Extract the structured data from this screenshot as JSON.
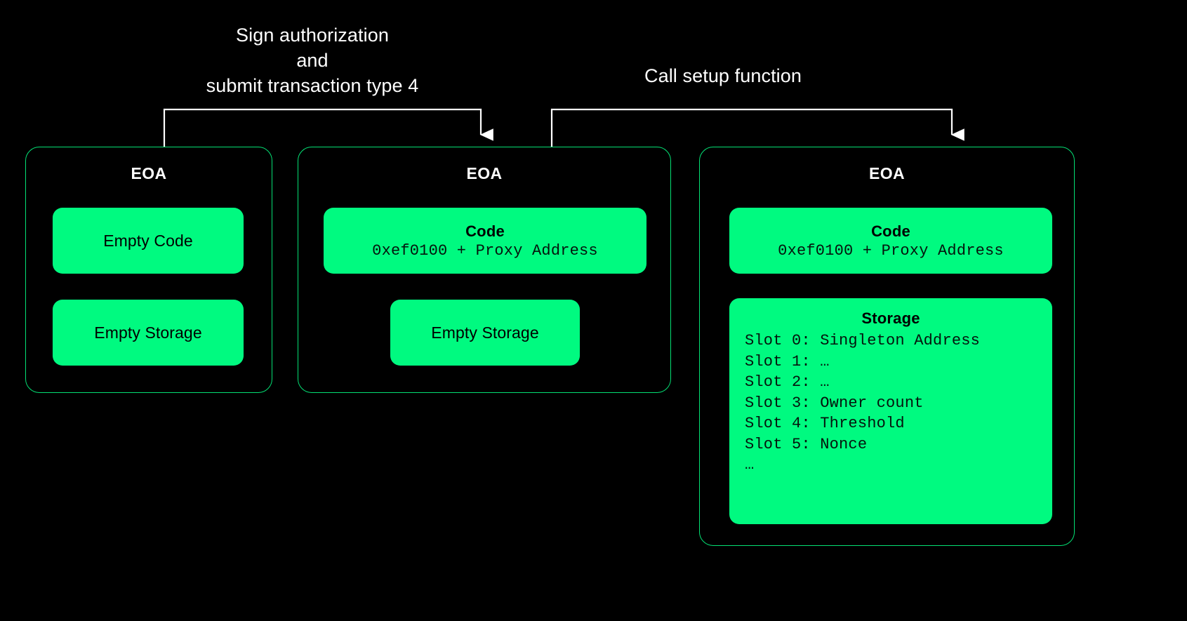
{
  "theme": {
    "background": "#000000",
    "accent_green": "#00fa80",
    "panel_border": "#04e074",
    "connector": "#ffffff",
    "text_on_green": "#000000",
    "text_on_black": "#ffffff"
  },
  "connectors": [
    {
      "name": "sign-authorization",
      "label": "Sign authorization\nand\nsubmit transaction type 4",
      "from": "panel-1",
      "to": "panel-2"
    },
    {
      "name": "call-setup-function",
      "label": "Call setup function",
      "from": "panel-2",
      "to": "panel-3"
    }
  ],
  "panels": [
    {
      "id": "panel-1",
      "title": "EOA",
      "blocks": [
        {
          "name": "empty-code",
          "label": "Empty Code"
        },
        {
          "name": "empty-storage",
          "label": "Empty Storage"
        }
      ]
    },
    {
      "id": "panel-2",
      "title": "EOA",
      "blocks": [
        {
          "name": "code",
          "heading": "Code",
          "mono": "0xef0100 + Proxy Address"
        },
        {
          "name": "empty-storage",
          "label": "Empty Storage"
        }
      ]
    },
    {
      "id": "panel-3",
      "title": "EOA",
      "blocks": [
        {
          "name": "code",
          "heading": "Code",
          "mono": "0xef0100 + Proxy Address"
        },
        {
          "name": "storage",
          "heading": "Storage",
          "slots": [
            "Slot 0: Singleton Address",
            "Slot 1: …",
            "Slot 2: …",
            "Slot 3: Owner count",
            "Slot 4: Threshold",
            "Slot 5: Nonce",
            "…"
          ]
        }
      ]
    }
  ]
}
